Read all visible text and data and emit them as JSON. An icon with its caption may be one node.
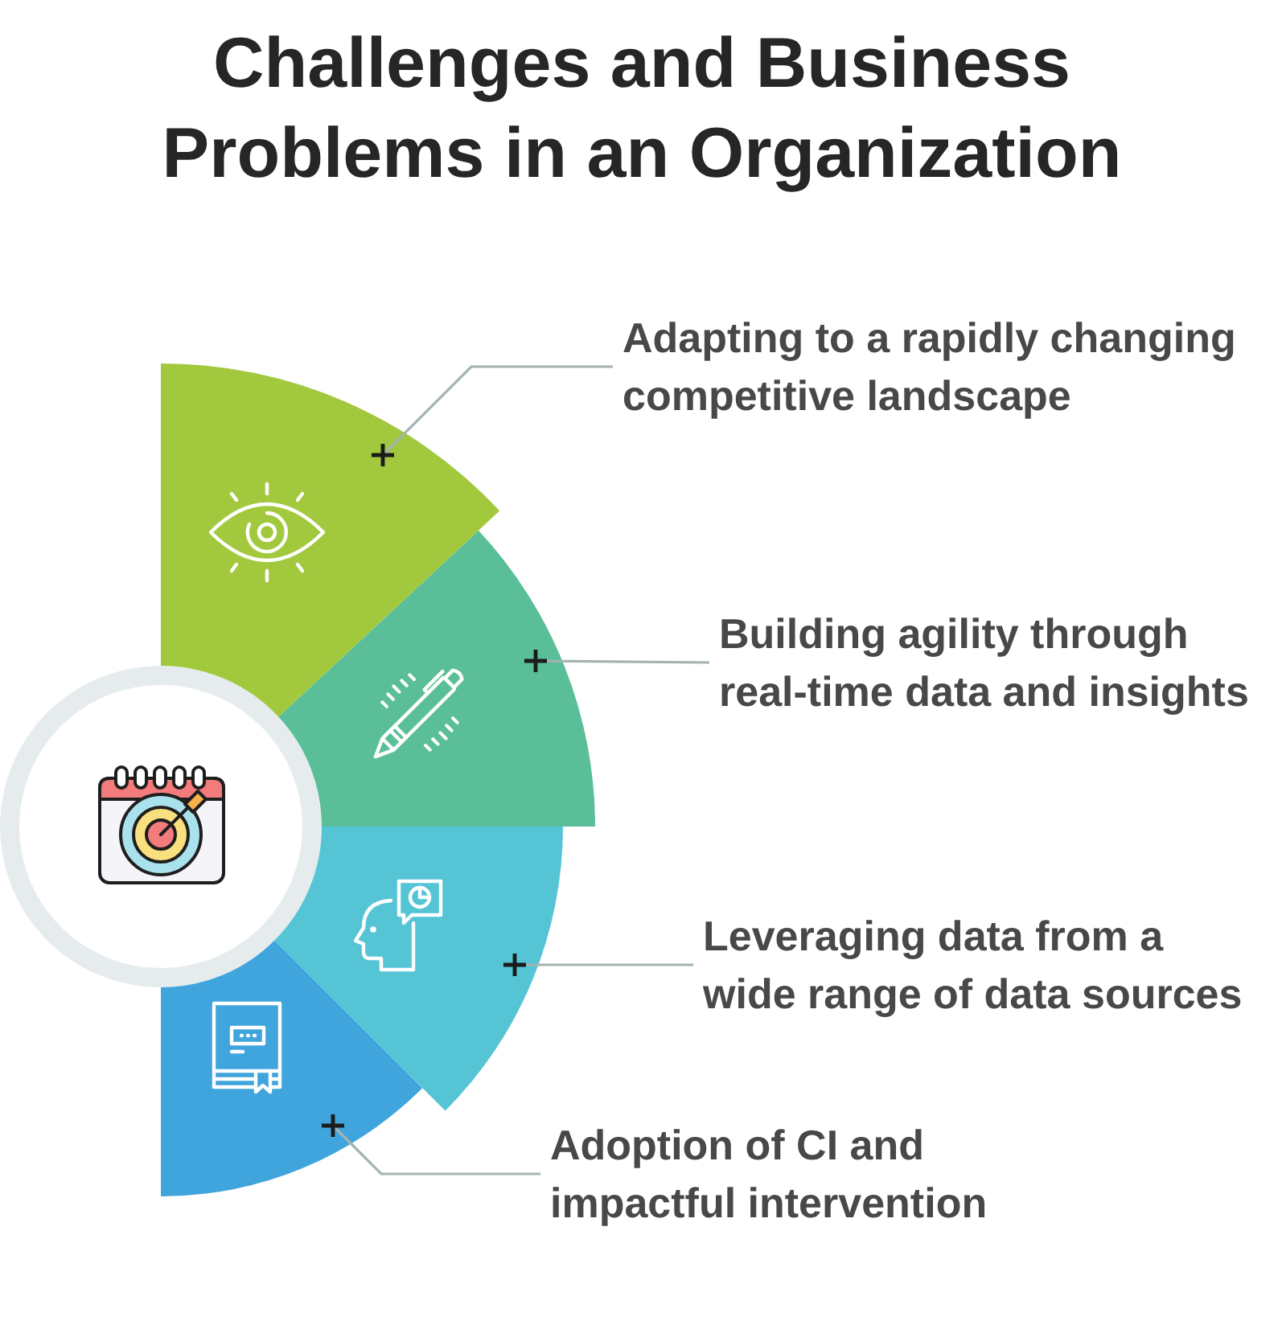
{
  "diagram": {
    "title": "Challenges and Business Problems in an Organization",
    "nodes": [
      {
        "text": [
          "Adapting to a rapidly changing competitive landscape"
        ]
      },
      {
        "text": [],
        "shape": "sector"
      },
      {
        "text": [
          "Building agility through real-time data and insights"
        ]
      },
      {
        "text": [],
        "shape": "sector"
      },
      {
        "text": [
          "Leveraging data from a wide range of data sources"
        ]
      },
      {
        "text": [],
        "shape": "sector"
      },
      {
        "text": [
          "Adoption of CI and impactful intervention"
        ]
      },
      {
        "text": [],
        "shape": "sector"
      }
    ],
    "edges": [
      {
        "from": 0,
        "to": 1,
        "arrow": "other"
      },
      {
        "from": 2,
        "to": 3,
        "arrow": "other"
      },
      {
        "from": 4,
        "to": 5,
        "arrow": "other"
      },
      {
        "from": 6,
        "to": 7,
        "arrow": "other"
      }
    ]
  }
}
